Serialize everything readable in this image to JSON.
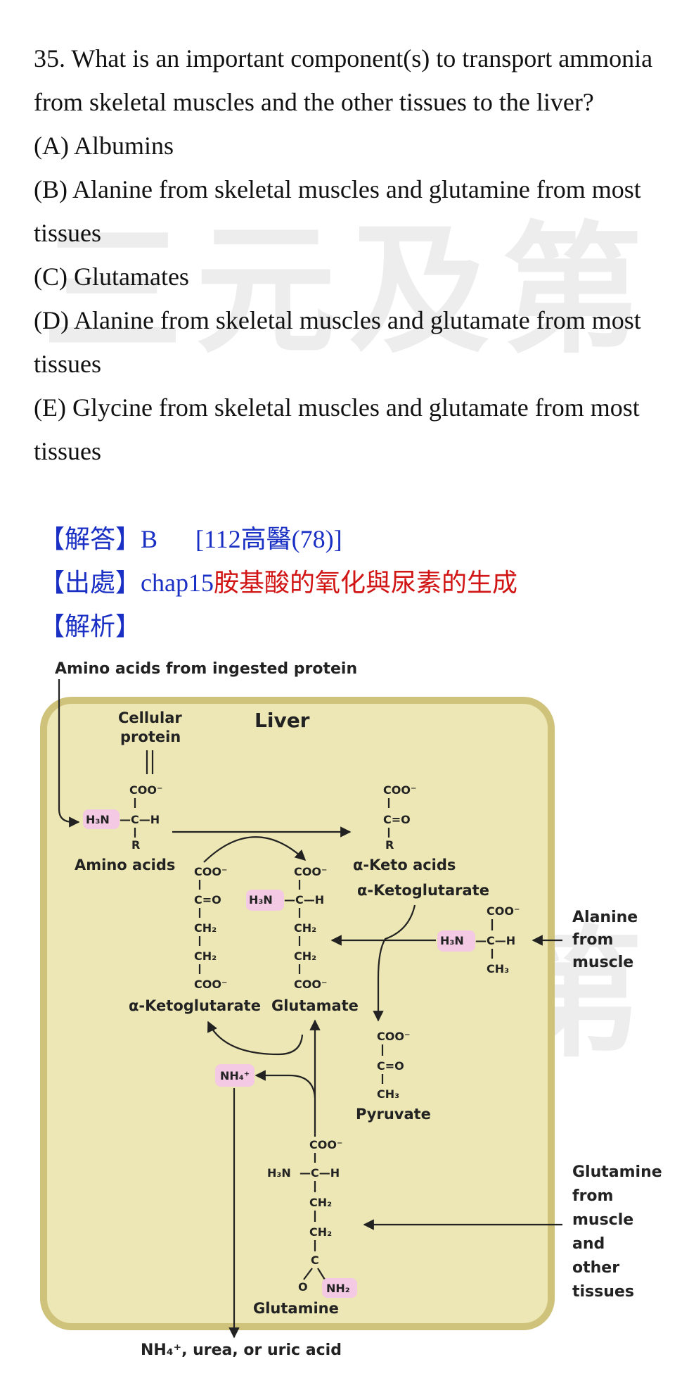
{
  "question": {
    "stem": "35. What is an important component(s) to transport ammonia from skeletal muscles and the other tissues to the liver?",
    "options": [
      "(A) Albumins",
      "(B) Alanine from skeletal muscles and glutamine from most tissues",
      "(C) Glutamates",
      "(D) Alanine from skeletal muscles and glutamate from most tissues",
      "(E) Glycine from skeletal muscles and glutamate from most tissues"
    ]
  },
  "answer": {
    "answer_tag": "【解答】",
    "answer_value": "B",
    "exam_ref": "[112高醫(78)]",
    "source_tag": "【出處】",
    "source_chapter": "chap15",
    "source_title": "胺基酸的氧化與尿素的生成",
    "explain_tag": "【解析】"
  },
  "watermark": "三元及第",
  "diagram": {
    "top_label": "Amino acids from ingested protein",
    "liver": "Liver",
    "cellular_1": "Cellular",
    "cellular_2": "protein",
    "amino_acids": "Amino acids",
    "keto_acids": "α-Keto acids",
    "akg_arrow": "α-Ketoglutarate",
    "akg": "α-Ketoglutarate",
    "glutamate": "Glutamate",
    "pyruvate": "Pyruvate",
    "glutamine": "Glutamine",
    "alanine_1": "Alanine",
    "alanine_2": "from",
    "alanine_3": "muscle",
    "gln_src_1": "Glutamine",
    "gln_src_2": "from",
    "gln_src_3": "muscle",
    "gln_src_4": "and",
    "gln_src_5": "other",
    "gln_src_6": "tissues",
    "bottom_label": "NH₄⁺, urea, or uric acid",
    "nh4": "NH₄⁺",
    "coo": "COO⁻",
    "h3n": "H₃N",
    "ch": "—C—H",
    "ceo": "C=O",
    "ch2": "CH₂",
    "ch3": "CH₃",
    "r": "R",
    "c": "C",
    "o": "O",
    "nh2": "NH₂",
    "colors": {
      "liver_fill": "#ece7b4",
      "liver_border": "#cfc27a",
      "highlight": "#f3c9e3"
    }
  }
}
